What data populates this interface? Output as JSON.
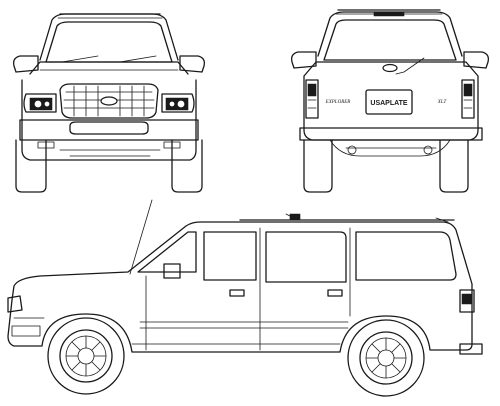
{
  "rear_view": {
    "license_plate": "USAPLATE",
    "model_badge": "EXPLORER",
    "trim_badge": "XLT"
  }
}
